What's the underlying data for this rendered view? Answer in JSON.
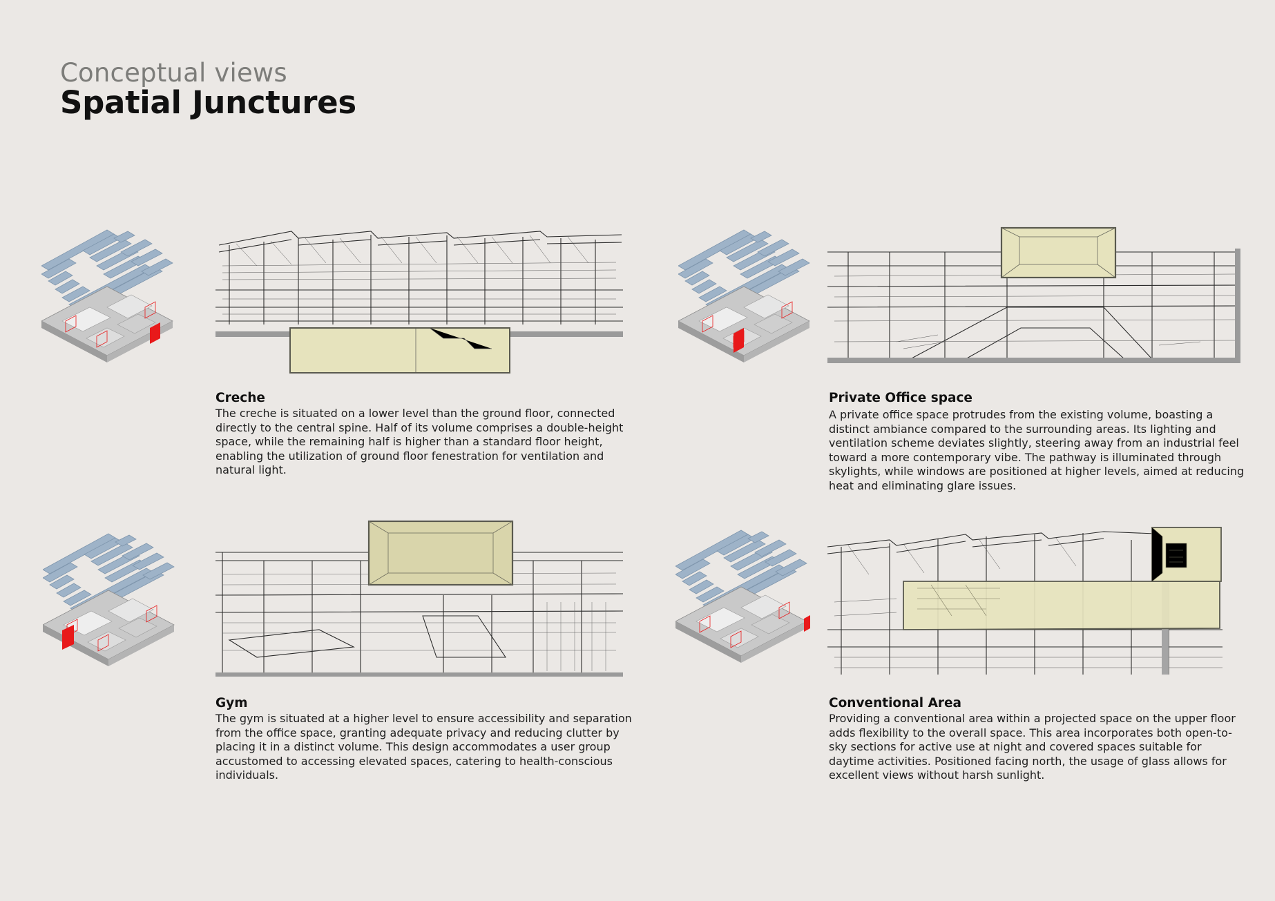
{
  "header": {
    "subtitle": "Conceptual views",
    "title": "Spatial Junctures"
  },
  "panels": [
    {
      "name": "Creche",
      "text": "The creche is situated on a lower level than the ground floor, connected directly to the central spine. Half of its volume comprises a double-height space, while the remaining half is higher than a standard floor height, enabling the utilization of ground floor fenestration for ventilation and natural light."
    },
    {
      "name": "Private Office space",
      "text": "A private office space protrudes from the existing volume, boasting a distinct ambiance compared to the surrounding areas. Its lighting and ventilation scheme deviates slightly, steering away from an industrial feel toward a more contemporary vibe. The pathway is illuminated through skylights, while windows are positioned at higher levels, aimed at reducing heat and eliminating glare issues."
    },
    {
      "name": "Gym",
      "text": "The gym is situated at a higher level to ensure accessibility and separation from the office space, granting adequate privacy and reducing clutter by placing it in a distinct volume. This design accommodates a user group accustomed to accessing elevated spaces, catering to health-conscious individuals."
    },
    {
      "name": "Conventional Area",
      "text": "Providing a conventional area within a projected space on the upper floor adds flexibility to the overall space. This area incorporates both open-to-sky sections for active use at night and covered spaces suitable for daytime activities. Positioned facing north, the usage of glass allows for excellent views without harsh sunlight."
    }
  ],
  "colors": {
    "background": "#ebe8e5",
    "roof_blue": "#9eb3c8",
    "highlight_red": "#e8191a",
    "volume_yellow": "#e6e3bd",
    "floor_grey": "#a9a9a9"
  }
}
